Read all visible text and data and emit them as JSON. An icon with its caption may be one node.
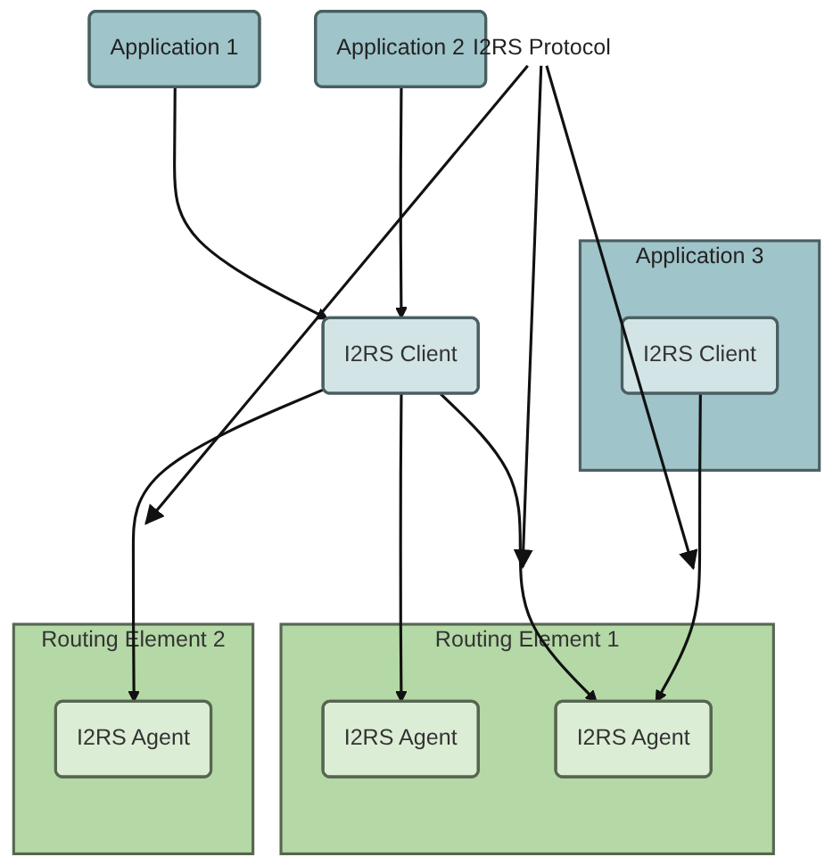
{
  "diagram": {
    "nodes": [
      {
        "text": [
          "Application 1"
        ]
      },
      {
        "text": [
          "Application 2"
        ]
      },
      {
        "text": [
          "Application 3"
        ]
      },
      {
        "text": [
          "I2RS Client"
        ],
        "in": 2
      },
      {
        "text": [
          "I2RS Client"
        ]
      },
      {
        "text": [
          "I2RS Protocol"
        ]
      },
      {
        "text": [
          "Routing Element 1"
        ]
      },
      {
        "text": [
          "I2RS Agent"
        ],
        "in": 6
      },
      {
        "text": [
          "I2RS Agent"
        ],
        "in": 6
      },
      {
        "text": [
          "Routing Element 2"
        ]
      },
      {
        "text": [
          "I2RS Agent"
        ],
        "in": 9
      }
    ],
    "edges": [
      {
        "from": 0,
        "to": 4,
        "arrow": "to"
      },
      {
        "from": 1,
        "to": 4,
        "arrow": "to"
      },
      {
        "from": 4,
        "to": 7,
        "arrow": "to"
      },
      {
        "from": 4,
        "to": 8,
        "arrow": "to"
      },
      {
        "from": 4,
        "to": 10,
        "arrow": "to"
      },
      {
        "from": 3,
        "to": 8,
        "arrow": "to"
      },
      {
        "from": 5,
        "to": null,
        "arrow": "to"
      },
      {
        "from": 5,
        "to": null,
        "arrow": "to"
      },
      {
        "from": 5,
        "to": null,
        "arrow": "to"
      }
    ]
  }
}
